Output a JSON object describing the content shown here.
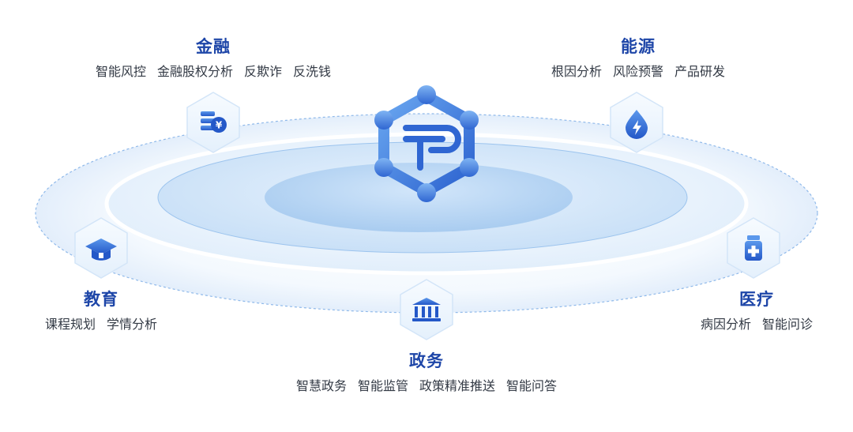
{
  "center": {
    "icon": "hub-logo-icon"
  },
  "domains": [
    {
      "key": "finance",
      "title": "金融",
      "icon": "finance-currency-icon",
      "items": [
        "智能风控",
        "金融股权分析",
        "反欺诈",
        "反洗钱"
      ]
    },
    {
      "key": "energy",
      "title": "能源",
      "icon": "energy-drop-bolt-icon",
      "items": [
        "根因分析",
        "风险预警",
        "产品研发"
      ]
    },
    {
      "key": "education",
      "title": "教育",
      "icon": "education-cap-icon",
      "items": [
        "课程规划",
        "学情分析"
      ]
    },
    {
      "key": "medical",
      "title": "医疗",
      "icon": "medical-bottle-icon",
      "items": [
        "病因分析",
        "智能问诊"
      ]
    },
    {
      "key": "government",
      "title": "政务",
      "icon": "government-building-icon",
      "items": [
        "智慧政务",
        "智能监管",
        "政策精准推送",
        "智能问答"
      ]
    }
  ],
  "colors": {
    "title": "#1e46a8",
    "text": "#333a45",
    "icon_blue": "#2f6fe0",
    "ring_blue": "#6aa6ec",
    "badge_fill": "#eef6fe"
  }
}
